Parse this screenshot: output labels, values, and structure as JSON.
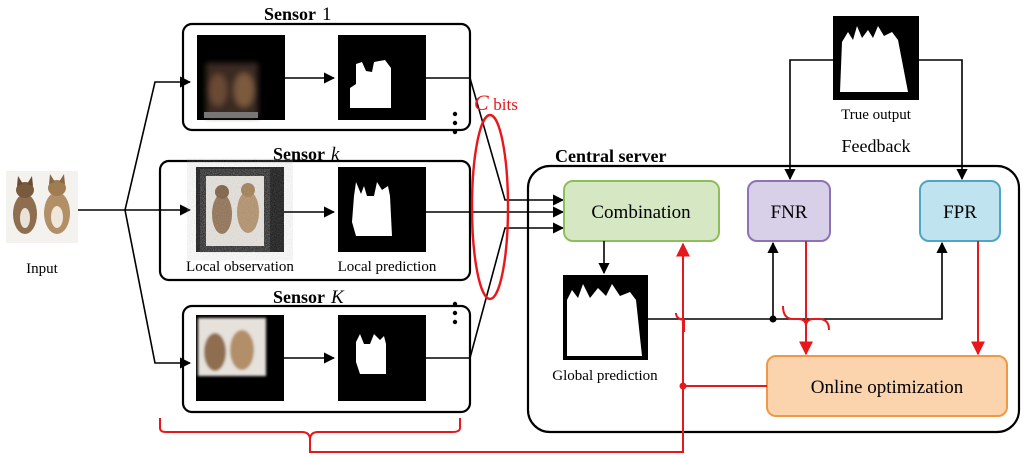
{
  "input": {
    "label": "Input"
  },
  "sensors": [
    {
      "title_prefix": "Sensor",
      "title_var": "1"
    },
    {
      "title_prefix": "Sensor",
      "title_var": "k",
      "observation_label": "Local observation",
      "prediction_label": "Local prediction"
    },
    {
      "title_prefix": "Sensor",
      "title_var": "K"
    }
  ],
  "bits": {
    "var": "C",
    "suffix": " bits"
  },
  "server": {
    "title": "Central server",
    "combination": "Combination",
    "fnr": "FNR",
    "fpr": "FPR",
    "online": "Online optimization",
    "global_prediction": "Global prediction"
  },
  "true_output": {
    "label": "True output"
  },
  "feedback": {
    "label": "Feedback"
  },
  "colors": {
    "red": "#e8171b",
    "combination_fill": "#d5e8c3",
    "combination_stroke": "#8cbf5c",
    "fnr_fill": "#d8cfe8",
    "fnr_stroke": "#8e72b8",
    "fpr_fill": "#bfe3ef",
    "fpr_stroke": "#4ea6c4",
    "online_fill": "#fbd4ae",
    "online_stroke": "#f09848"
  }
}
